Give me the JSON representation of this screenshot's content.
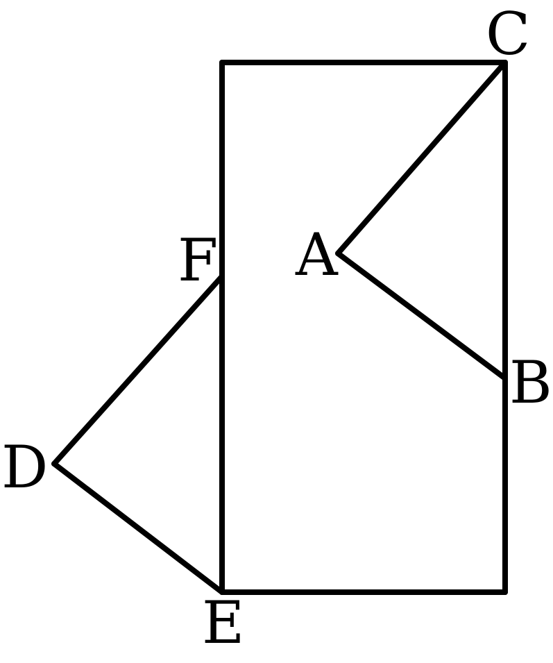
{
  "diagram": {
    "labels": {
      "A": "A",
      "B": "B",
      "C": "C",
      "D": "D",
      "E": "E",
      "F": "F"
    }
  }
}
